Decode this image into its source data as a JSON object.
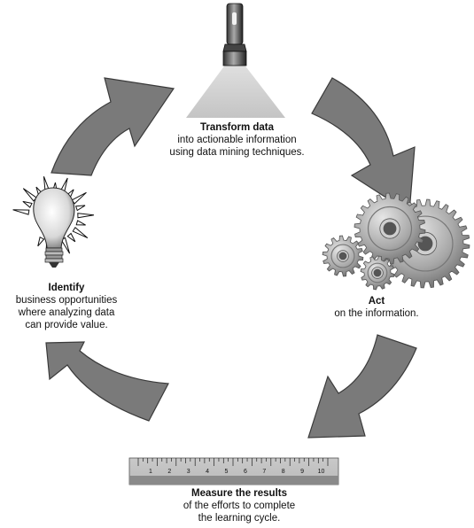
{
  "stages": {
    "transform": {
      "title": "Transform data",
      "lines": [
        "into actionable information",
        "using data mining techniques."
      ],
      "icon": "flashlight-icon"
    },
    "act": {
      "title": "Act",
      "lines": [
        "on the information."
      ],
      "icon": "gears-icon"
    },
    "measure": {
      "title": "Measure the results",
      "lines": [
        "of the efforts to complete",
        "the learning cycle."
      ],
      "icon": "ruler-icon"
    },
    "identify": {
      "title": "Identify",
      "lines": [
        "business opportunities",
        "where analyzing data",
        "can provide value."
      ],
      "icon": "lightbulb-icon"
    }
  },
  "ruler": {
    "numbers": [
      "1",
      "2",
      "3",
      "4",
      "5",
      "6",
      "7",
      "8",
      "9",
      "10"
    ]
  },
  "colors": {
    "arrow": "#7a7a7a",
    "arrow_edge": "#3a3a3a",
    "gear": "#9a9a9a"
  }
}
